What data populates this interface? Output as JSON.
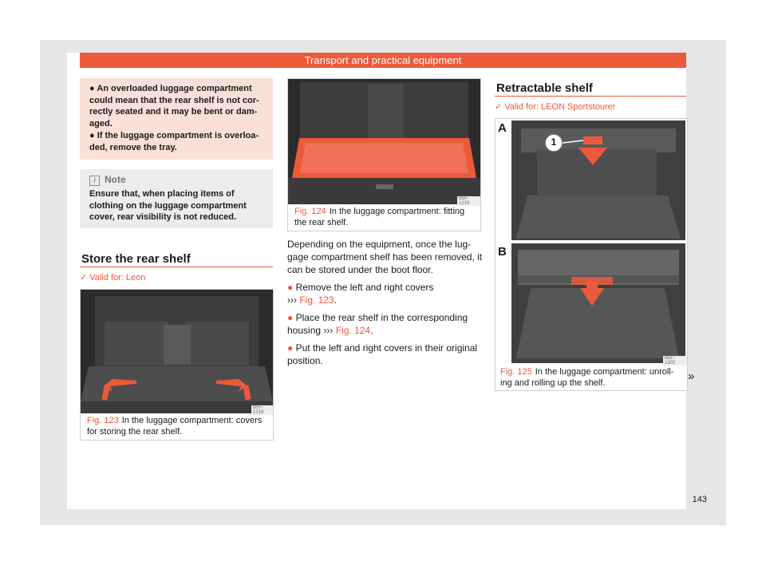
{
  "header": {
    "title": "Transport and practical equipment"
  },
  "warning": {
    "items": [
      "An overloaded luggage compartment could mean that the rear shelf is not cor-rectly seated and it may be bent or dam-aged.",
      "If the luggage compartment is overloa-ded, remove the tray."
    ]
  },
  "note": {
    "title": "Note",
    "text": "Ensure that, when placing items of clothing on the luggage compartment cover, rear visibility is not reduced."
  },
  "section1": {
    "title": "Store the rear shelf",
    "valid": "Valid for: Leon",
    "figure": {
      "code": "B5F-1218",
      "label": "Fig. 123",
      "caption": "In the luggage compartment: covers for storing the rear shelf."
    }
  },
  "section2": {
    "figure": {
      "code": "B5F-1219",
      "label": "Fig. 124",
      "caption": "In the luggage compartment: fitting the rear shelf."
    },
    "intro": "Depending on the equipment, once the lug-gage compartment shelf has been removed, it can be stored under the boot floor.",
    "steps": [
      {
        "text": "Remove the left and right covers",
        "arrow": "›››",
        "ref": "Fig. 123",
        "end": "."
      },
      {
        "text": "Place the rear shelf in the corresponding housing",
        "arrow": "›››",
        "ref": "Fig. 124",
        "end": "."
      },
      {
        "text": "Put the left and right covers in their original position.",
        "arrow": "",
        "ref": "",
        "end": ""
      }
    ]
  },
  "section3": {
    "title": "Retractable shelf",
    "valid": "Valid for: LEON Sportstourer",
    "figure": {
      "code": "B5F-1302",
      "label": "Fig. 125",
      "caption": "In the luggage compartment: unroll-ing and rolling up the shelf.",
      "label_a": "A",
      "label_b": "B",
      "callout": "1"
    }
  },
  "continue_mark": "»",
  "page_number": "143",
  "colors": {
    "accent": "#ec5a3c",
    "warning_bg": "#fae0d9",
    "note_bg": "#ececec"
  },
  "icons": {
    "check": "check-icon",
    "info": "info-icon",
    "bullet": "bullet-icon"
  }
}
